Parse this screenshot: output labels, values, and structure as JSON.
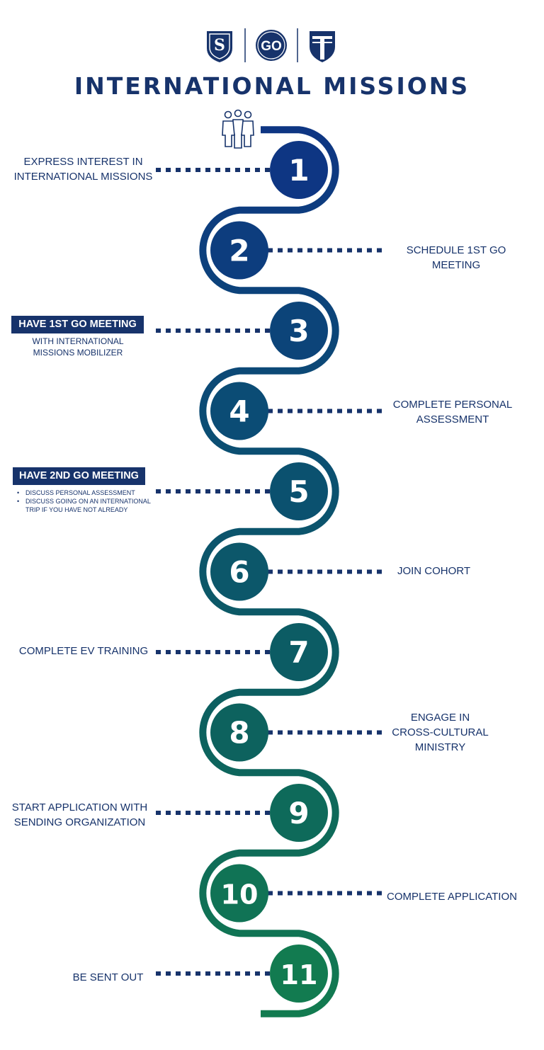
{
  "title": "INTERNATIONAL MISSIONS",
  "logos": {
    "left": {
      "icon": "shield-s-logo-icon"
    },
    "center": {
      "icon": "go-circle-logo-icon",
      "text": "GO"
    },
    "right": {
      "icon": "cross-shield-logo-icon"
    }
  },
  "start_icon": "people-icon",
  "colors": {
    "navy": "#17336b",
    "path_gradient": [
      "#0e3683",
      "#0b4e73",
      "#0c5f60",
      "#127b50"
    ],
    "dot": "#17336b"
  },
  "steps": [
    {
      "number": "1",
      "side": "left",
      "text": [
        "EXPRESS INTEREST IN",
        "INTERNATIONAL MISSIONS"
      ]
    },
    {
      "number": "2",
      "side": "right",
      "text": [
        "SCHEDULE 1ST GO MEETING"
      ]
    },
    {
      "number": "3",
      "side": "left",
      "box_title": "HAVE 1ST GO MEETING",
      "text": [
        "WITH INTERNATIONAL",
        "MISSIONS MOBILIZER"
      ]
    },
    {
      "number": "4",
      "side": "right",
      "text": [
        "COMPLETE PERSONAL",
        "ASSESSMENT"
      ]
    },
    {
      "number": "5",
      "side": "left",
      "box_title": "HAVE 2ND GO MEETING",
      "bullets": [
        "DISCUSS PERSONAL ASSESSMENT",
        "DISCUSS GOING ON AN INTERNATIONAL",
        "TRIP IF YOU HAVE NOT ALREADY"
      ]
    },
    {
      "number": "6",
      "side": "right",
      "text": [
        "JOIN COHORT"
      ]
    },
    {
      "number": "7",
      "side": "left",
      "text": [
        "COMPLETE EV TRAINING"
      ]
    },
    {
      "number": "8",
      "side": "right",
      "text": [
        "ENGAGE IN",
        "CROSS-CULTURAL",
        "MINISTRY"
      ]
    },
    {
      "number": "9",
      "side": "left",
      "text": [
        "START APPLICATION WITH",
        "SENDING ORGANIZATION"
      ]
    },
    {
      "number": "10",
      "side": "right",
      "text": [
        "COMPLETE APPLICATION"
      ]
    },
    {
      "number": "11",
      "side": "left",
      "text": [
        "BE SENT OUT"
      ]
    }
  ]
}
